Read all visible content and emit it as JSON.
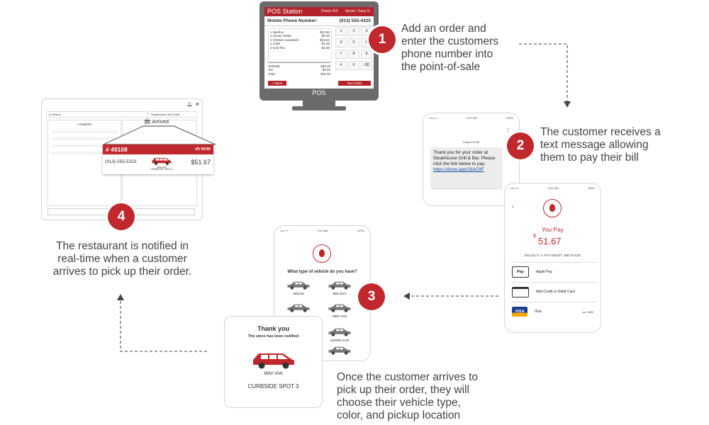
{
  "steps": [
    {
      "number": "1",
      "caption": [
        "Add an order and",
        "enter the customers",
        "phone number into",
        "the point-of-sale"
      ]
    },
    {
      "number": "2",
      "caption": [
        "The customer receives a",
        "text message allowing",
        "them to pay their bill"
      ]
    },
    {
      "number": "3",
      "caption": [
        "Once the customer arrives to",
        "pick up their order, they will",
        "choose their vehicle type,",
        "color, and pickup location"
      ]
    },
    {
      "number": "4",
      "caption": [
        "The restaurant is notified in",
        "real-time when a customer",
        "arrives to pick up their order."
      ]
    }
  ],
  "pos": {
    "title": "POS Station",
    "check": "Check #12",
    "server": "Server: Tracy G.",
    "phone_label": "Mobile Phone Number:",
    "phone_value": "(913) 555-4325",
    "items": [
      {
        "name": "1 Nachos",
        "price": "$10.50"
      },
      {
        "name": "1 House Salad",
        "price": "$5.00"
      },
      {
        "name": "2 Chicken Sandwich",
        "price": "$19.50"
      },
      {
        "name": "1 Coke",
        "price": "$1.25"
      },
      {
        "name": "2 Iced Tea",
        "price": "$2.50"
      }
    ],
    "subtotal_label": "Subtotal",
    "subtotal": "$38.25",
    "tax_label": "Tax",
    "tax": "$3.02",
    "total_label": "Total",
    "total": "$40.00",
    "keys": [
      "1",
      "2",
      "3",
      "4",
      "5",
      "6",
      "7",
      "8",
      "9",
      "#",
      "0",
      "⌫"
    ],
    "back": "< Back",
    "text_order": "Text Order",
    "device_label": "POS"
  },
  "sms_phone": {
    "status_left": "••••• ᯤ",
    "status_mid": "9:41 AM",
    "status_right": "100%",
    "header": "Today 9:41 AM",
    "message": [
      "Thank you for your order at",
      "Steakhouse Grill & Bar. Please",
      "click the link below to pay."
    ],
    "link": "https://dnow.app/33AC9F"
  },
  "pay_phone": {
    "status_left": "••••• ᯤ",
    "status_mid": "9:41 AM",
    "status_right": "100%",
    "you_pay": "You Pay",
    "currency": "$",
    "amount": "51.67",
    "select_label": "SELECT A PAYMENT METHOD",
    "methods": [
      {
        "icon": "Pay",
        "label": "Apple Pay"
      },
      {
        "icon": "",
        "label": "Add Credit or Debit Card"
      },
      {
        "icon": "VISA",
        "label": "Visa",
        "last4": "•••• 1492"
      }
    ],
    "colors": {
      "accent": "#c1282d"
    }
  },
  "vehicle_phone": {
    "status_left": "••••• ᯤ",
    "status_mid": "9:41 AM",
    "status_right": "100%",
    "question": "What type of vehicle do you have?",
    "vehicles": [
      "SEDAN",
      "MID SUV",
      "",
      "MINI VAN",
      "SUPER CAR"
    ]
  },
  "thanks": {
    "title": "Thank you",
    "subtitle": "The store has been notified",
    "vehicle": "MINI VAN",
    "spot": "CURBSIDE SPOT 3"
  },
  "tablet": {
    "search": "Q Search",
    "venue": "Steakhouse Grill & Bar",
    "ordered": "Ordered",
    "arrived": "Arrived",
    "order_no": "# 49108",
    "status": "NOW",
    "phone": "(913) 555-5253",
    "vehicle": "MINI VAN",
    "spot": "CURBSIDE SPOT 3",
    "amount": "$51.67"
  }
}
